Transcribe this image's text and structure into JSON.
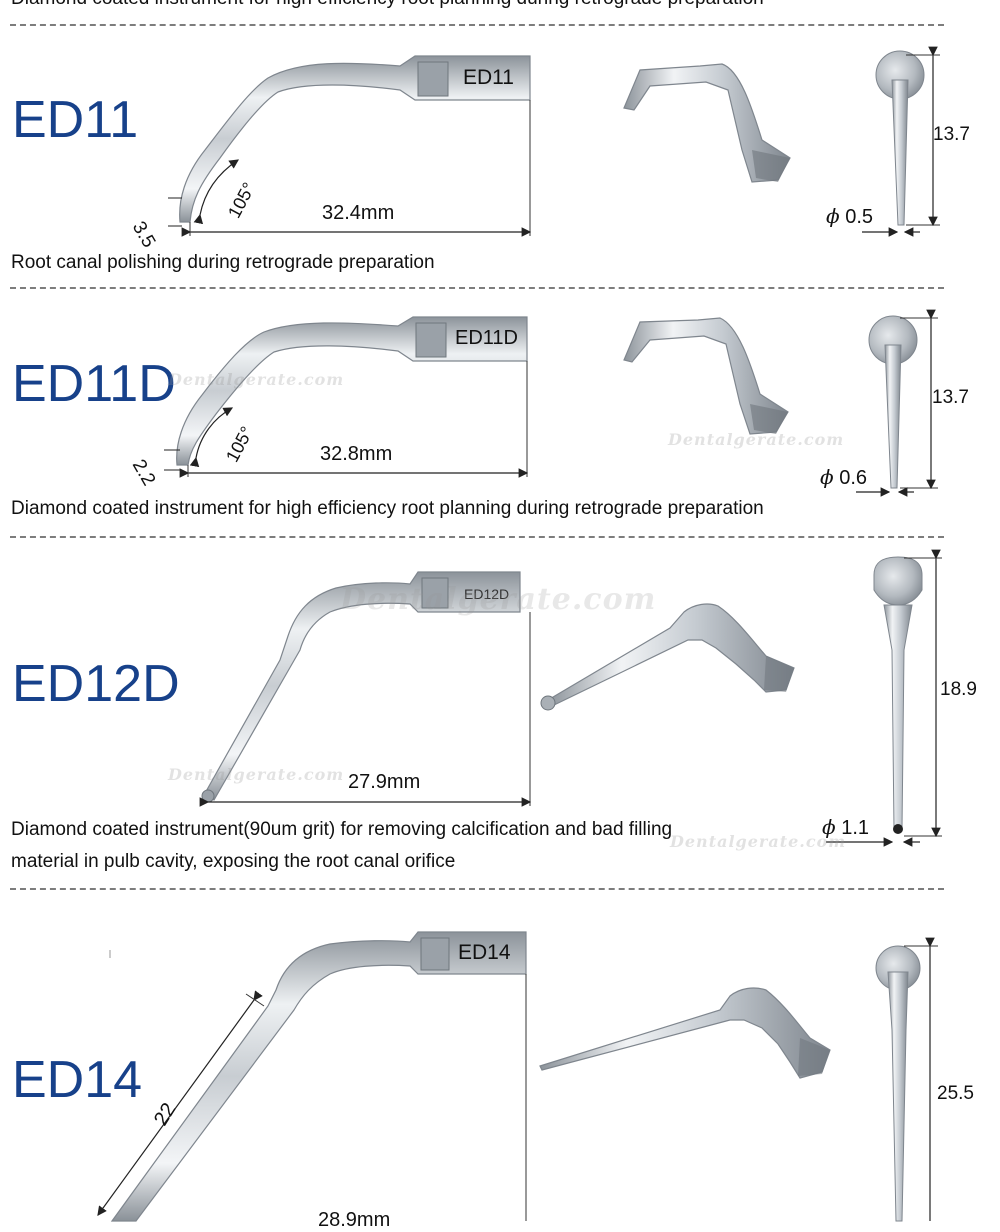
{
  "captions": {
    "top_partial": "Diamond coated instrument for high efficiency root planning during retrograde preparation",
    "ed11_desc": "Root canal polishing during retrograde preparation",
    "ed11d_desc": "Diamond coated instrument for high efficiency root planning during retrograde preparation",
    "ed12d_desc_line1": "Diamond coated instrument(90um grit) for removing calcification and bad filling",
    "ed12d_desc_line2": "material in pulb cavity, exposing the root canal orifice"
  },
  "products": [
    {
      "model": "ED11",
      "tip_label": "ED11",
      "length": "32.4mm",
      "angle": "105°",
      "tip_len": "3.5",
      "diameter": "0.5",
      "height": "13.7"
    },
    {
      "model": "ED11D",
      "tip_label": "ED11D",
      "length": "32.8mm",
      "angle": "105°",
      "tip_len": "2.2",
      "diameter": "0.6",
      "height": "13.7"
    },
    {
      "model": "ED12D",
      "tip_label": "ED12D",
      "length": "27.9mm",
      "diameter": "1.1",
      "height": "18.9"
    },
    {
      "model": "ED14",
      "tip_label": "ED14",
      "length": "28.9mm",
      "tip_len": "22",
      "height": "25.5"
    }
  ],
  "phi_symbol": "ϕ",
  "watermark": "Dentalgerate.com",
  "colors": {
    "model_blue": "#17418a",
    "metal_light": "#e9ecef",
    "metal_mid": "#b8bec5",
    "metal_dark": "#7f868e",
    "divider": "#7d7d7d"
  }
}
